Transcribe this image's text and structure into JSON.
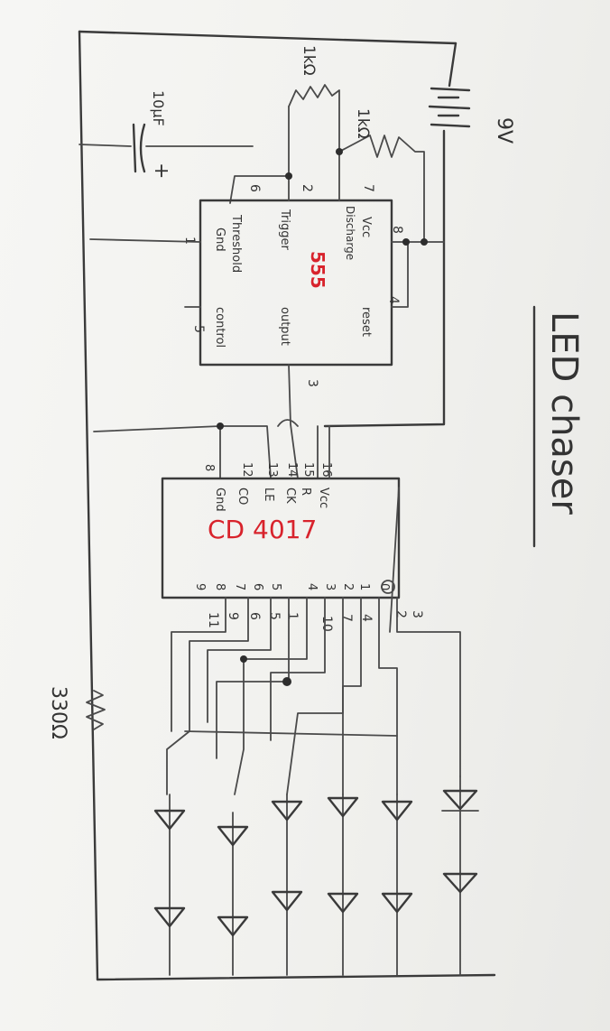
{
  "title": "LED chaser",
  "battery": {
    "label": "9V"
  },
  "resistors": {
    "r1": "1kΩ",
    "r2": "1kΩ",
    "load": "330Ω"
  },
  "capacitor": {
    "label": "10μF",
    "polarity": "+"
  },
  "timer": {
    "name": "555",
    "pins": {
      "vcc": "Vcc",
      "discharge": "Discharge",
      "trigger": "Trigger",
      "threshold": "Threshold",
      "gnd": "Gnd",
      "control": "control",
      "output": "output",
      "reset": "reset"
    },
    "pin_numbers": {
      "p1": "1",
      "p2": "2",
      "p3": "3",
      "p4": "4",
      "p5": "5",
      "p6": "6",
      "p7": "7",
      "p8": "8"
    }
  },
  "counter": {
    "name": "CD 4017",
    "pins": {
      "vcc": "Vcc",
      "r": "R",
      "ck": "CK",
      "le": "LE",
      "co": "CO",
      "gnd": "Gnd"
    },
    "pin_numbers": {
      "p16": "16",
      "p15": "15",
      "p14": "14",
      "p13": "13",
      "p12": "12",
      "p8": "8"
    },
    "outputs": [
      "0",
      "1",
      "2",
      "3",
      "4",
      "5",
      "6",
      "7",
      "8",
      "9"
    ],
    "output_pins": [
      "3",
      "2",
      "4",
      "7",
      "10",
      "1",
      "5",
      "6",
      "9",
      "11"
    ]
  },
  "colors": {
    "ink": "#3a3a3a",
    "accent": "#d8232c",
    "paper": "#f2f2ef"
  }
}
